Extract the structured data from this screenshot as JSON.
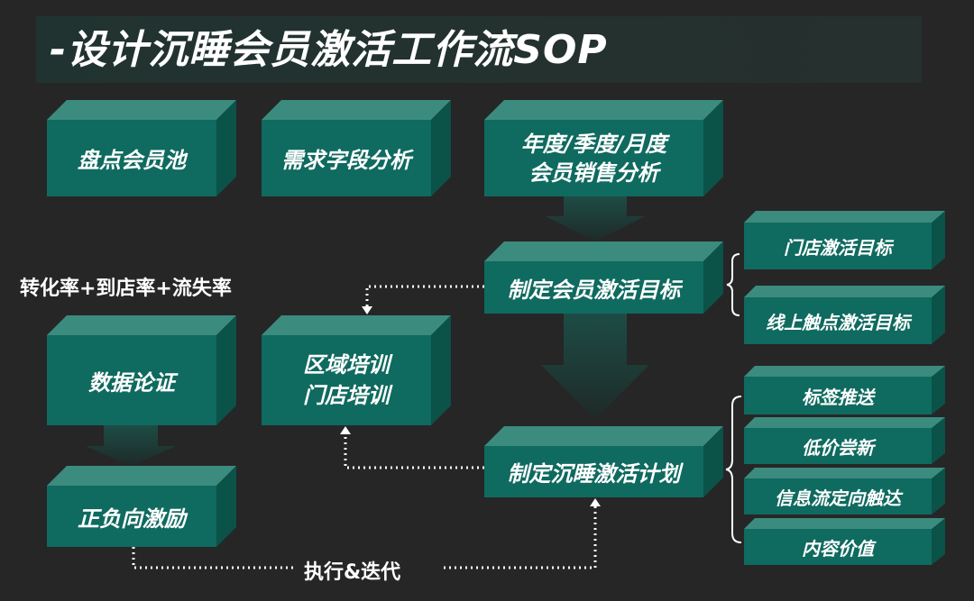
{
  "title": "-设计沉睡会员激活工作流SOP",
  "boxes": {
    "member_pool": "盘点会员池",
    "field_analysis": "需求字段分析",
    "sales_analysis_1": "年度/季度/月度",
    "sales_analysis_2": "会员销售分析",
    "activation_goal": "制定会员激活目标",
    "store_goal": "门店激活目标",
    "online_goal": "线上触点激活目标",
    "data_validation": "数据论证",
    "training_1": "区域培训",
    "training_2": "门店培训",
    "incentive": "正负向激励",
    "dormant_plan": "制定沉睡激活计划",
    "tag_push": "标签推送",
    "low_price": "低价尝新",
    "feed_reach": "信息流定向触达",
    "content_value": "内容价值"
  },
  "metrics_label": "转化率+到店率+流失率",
  "iterate_label": "执行&迭代",
  "colors": {
    "background": "#262626",
    "box_front": "#0f6a5f",
    "box_top": "#3c8b7f",
    "box_side": "#0b5249"
  }
}
